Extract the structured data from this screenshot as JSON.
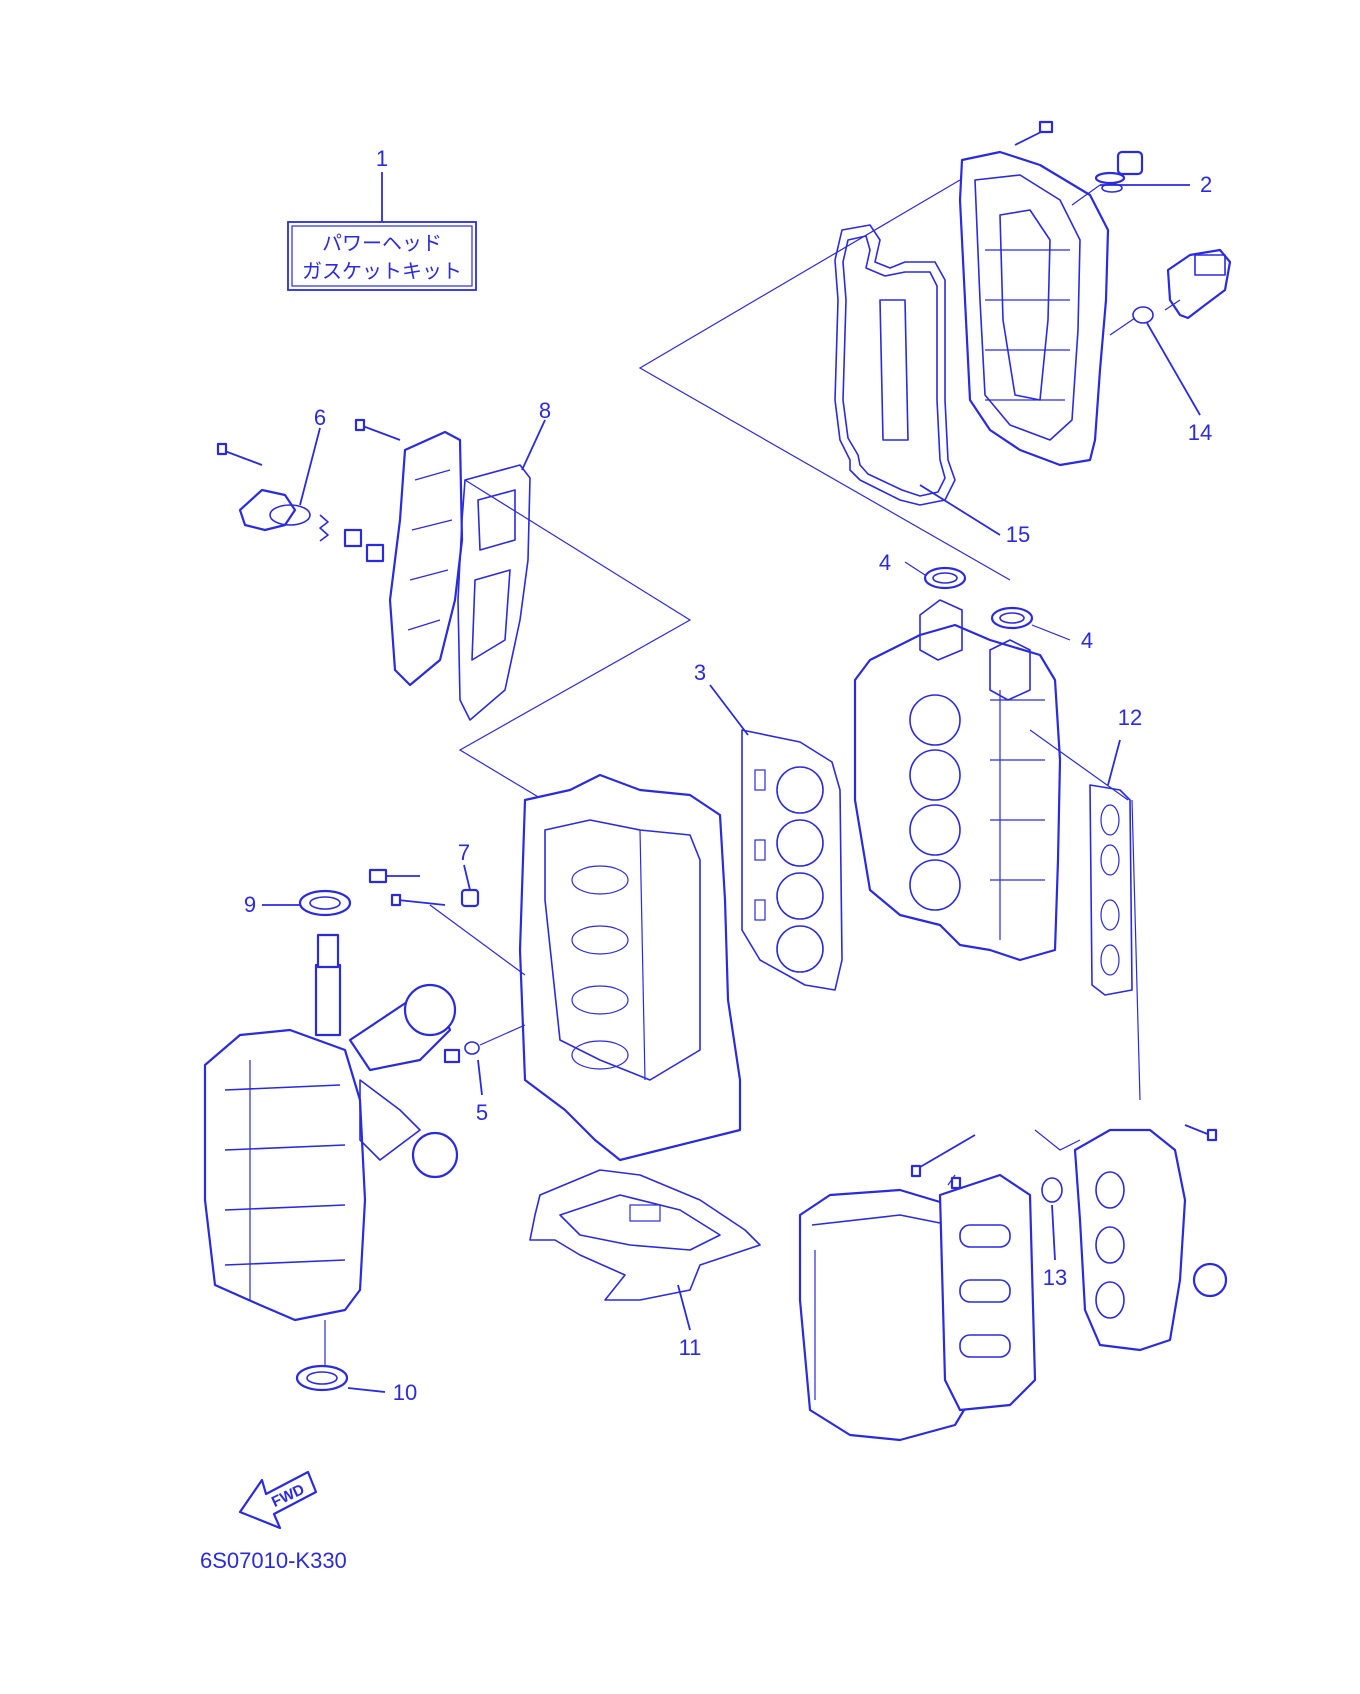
{
  "kit_label": {
    "line1": "パワーヘッド",
    "line2": "ガスケットキット"
  },
  "callouts": [
    "1",
    "2",
    "3",
    "4",
    "4",
    "5",
    "6",
    "7",
    "8",
    "9",
    "10",
    "11",
    "12",
    "13",
    "14",
    "15"
  ],
  "fwd_label": "FWD",
  "diagram_code": "6S07010-K330",
  "colors": {
    "ink": "#2a2ae0",
    "background": "#ffffff"
  }
}
